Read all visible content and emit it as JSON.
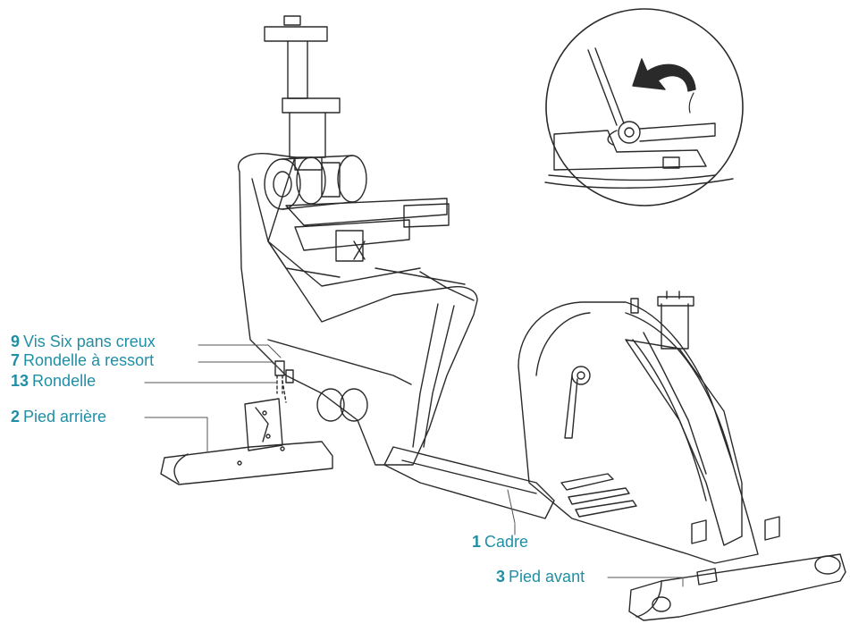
{
  "callouts": {
    "part9": {
      "num": "9",
      "text": "Vis Six pans creux"
    },
    "part7": {
      "num": "7",
      "text": "Rondelle à ressort"
    },
    "part13": {
      "num": "13",
      "text": "Rondelle"
    },
    "part2": {
      "num": "2",
      "text": "Pied arrière"
    },
    "part1": {
      "num": "1",
      "text": "Cadre"
    },
    "part3": {
      "num": "3",
      "text": "Pied avant"
    }
  },
  "colors": {
    "label": "#1f8fa6",
    "line": "#2a2a2a",
    "leader": "#555555"
  },
  "icons": {
    "detail_inset": "seat-post-fold-detail",
    "arrow": "curved-rotation-arrow"
  }
}
